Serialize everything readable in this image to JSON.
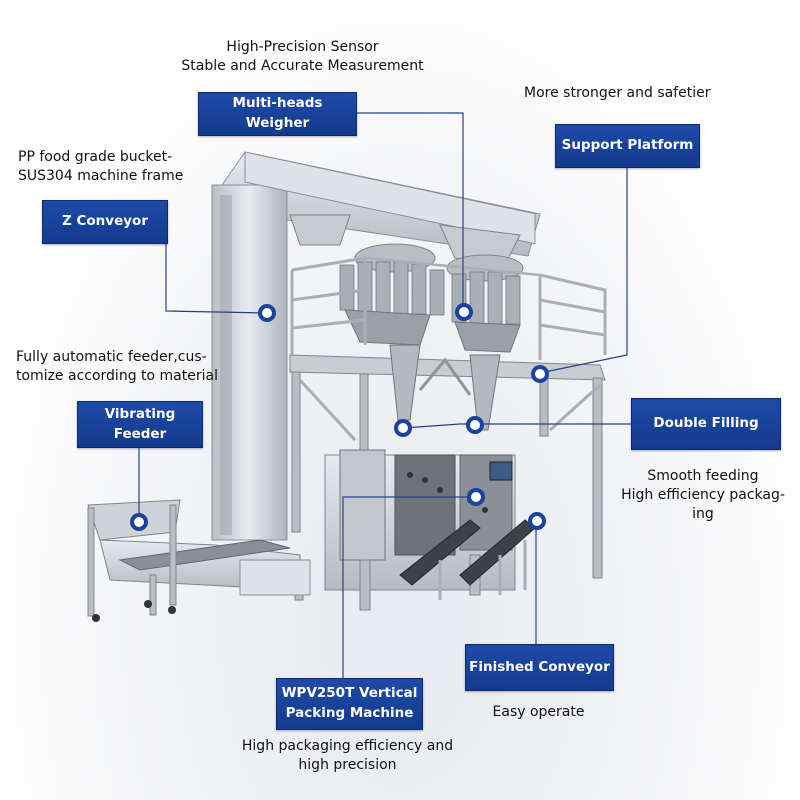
{
  "callouts": {
    "multihead": {
      "label": "Multi-heads Weigher",
      "line1": "High-Precision Sensor",
      "line2": "Stable and Accurate Measurement"
    },
    "support": {
      "label": "Support Platform",
      "line1": "More stronger and safetier"
    },
    "zconveyor": {
      "label": "Z Conveyor",
      "line1": "PP food grade bucket-",
      "line2": "SUS304 machine frame"
    },
    "feeder": {
      "label": "Vibrating Feeder",
      "line1": "Fully automatic feeder,cus-",
      "line2": "tomize according to material"
    },
    "filling": {
      "label": "Double Filling",
      "line1": "Smooth feeding",
      "line2": "High efficiency packag-",
      "line3": "ing"
    },
    "finished": {
      "label": "Finished Conveyor",
      "line1": "Easy operate"
    },
    "packing": {
      "label_line1": "WPV250T Vertical",
      "label_line2": "Packing Machine",
      "line1": "High packaging efficiency and",
      "line2": "high precision"
    }
  },
  "colors": {
    "label_bg": "#1a43a0",
    "line": "#2a3f8a",
    "marker_ring": "#1a43a0",
    "steel": "#cfd3d8"
  }
}
